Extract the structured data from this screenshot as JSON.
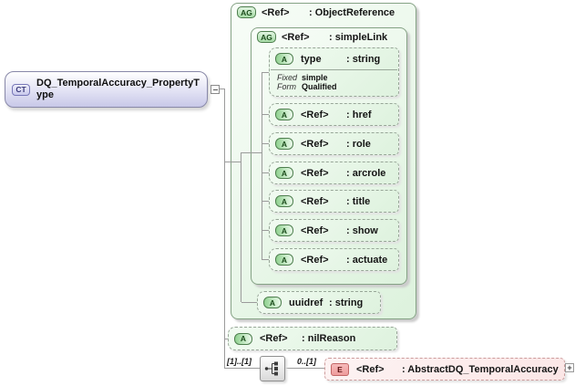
{
  "ct_box": {
    "badge": "CT",
    "name": "DQ_TemporalAccuracy_PropertyType"
  },
  "groups": {
    "object_reference": {
      "badge": "AG",
      "ref": "<Ref>",
      "type": ": ObjectReference"
    },
    "simple_link": {
      "badge": "AG",
      "ref": "<Ref>",
      "type": ": simpleLink"
    }
  },
  "attributes": [
    {
      "badge": "A",
      "name": "type",
      "type": ": string",
      "fixed_label": "Fixed",
      "fixed_value": "simple",
      "form_label": "Form",
      "form_value": "Qualified"
    },
    {
      "badge": "A",
      "name": "<Ref>",
      "type": ": href"
    },
    {
      "badge": "A",
      "name": "<Ref>",
      "type": ": role"
    },
    {
      "badge": "A",
      "name": "<Ref>",
      "type": ": arcrole"
    },
    {
      "badge": "A",
      "name": "<Ref>",
      "type": ": title"
    },
    {
      "badge": "A",
      "name": "<Ref>",
      "type": ": show"
    },
    {
      "badge": "A",
      "name": "<Ref>",
      "type": ": actuate"
    },
    {
      "badge": "A",
      "name": "uuidref",
      "type": ": string"
    },
    {
      "badge": "A",
      "name": "<Ref>",
      "type": ": nilReason"
    }
  ],
  "sequence": {
    "left_cardinality": "[1]..[1]",
    "right_cardinality": "0..[1]"
  },
  "element": {
    "badge": "E",
    "name": "<Ref>",
    "type": ": AbstractDQ_TemporalAccuracy",
    "expand_label": "+"
  },
  "colors": {
    "group_border": "#85a285",
    "group_fill": "#ddf2dd",
    "attr_border": "#98a698",
    "ct_border": "#8888a8",
    "ct_fill": "#c8c8e8",
    "element_border": "#cc9c9c",
    "element_fill": "#fbe6e6",
    "badge_green": "#4e7e4e",
    "badge_red": "#c26666",
    "connector": "#9b9b9b"
  }
}
